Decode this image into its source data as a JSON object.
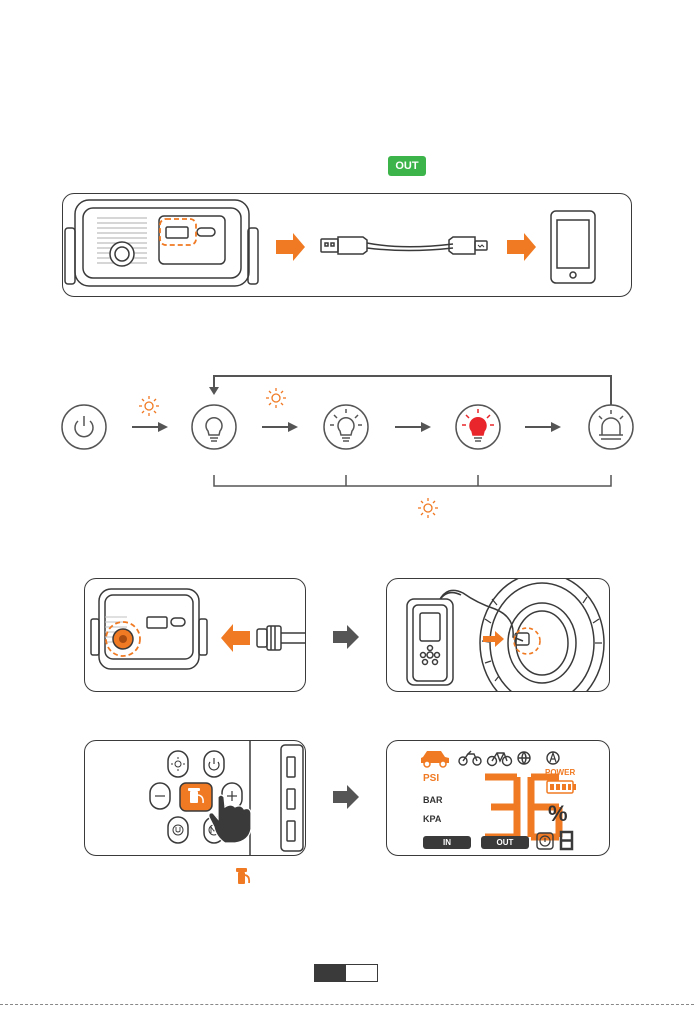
{
  "usb_section": {
    "badge_label": "OUT"
  },
  "light_section": {
    "mode_count": 4
  },
  "inflate_section": {
    "control_buttons": [
      "brightness",
      "power",
      "minus",
      "inflate",
      "plus",
      "unit",
      "mode"
    ],
    "display": {
      "vehicle_icons": [
        "car-icon",
        "motorcycle-icon",
        "bicycle-icon",
        "ball-icon",
        "auto-icon"
      ],
      "units": {
        "psi": "PSI",
        "bar": "BAR",
        "kpa": "KPA"
      },
      "pressure_value": "36",
      "power_label": "POWER",
      "percent_symbol": "%",
      "in_label": "IN",
      "out_label": "OUT",
      "small_digit": "8"
    }
  },
  "colors": {
    "accent": "#f07a23",
    "badge_green": "#3cb44a",
    "dark": "#3a3a3a",
    "red": "#e8262b"
  }
}
